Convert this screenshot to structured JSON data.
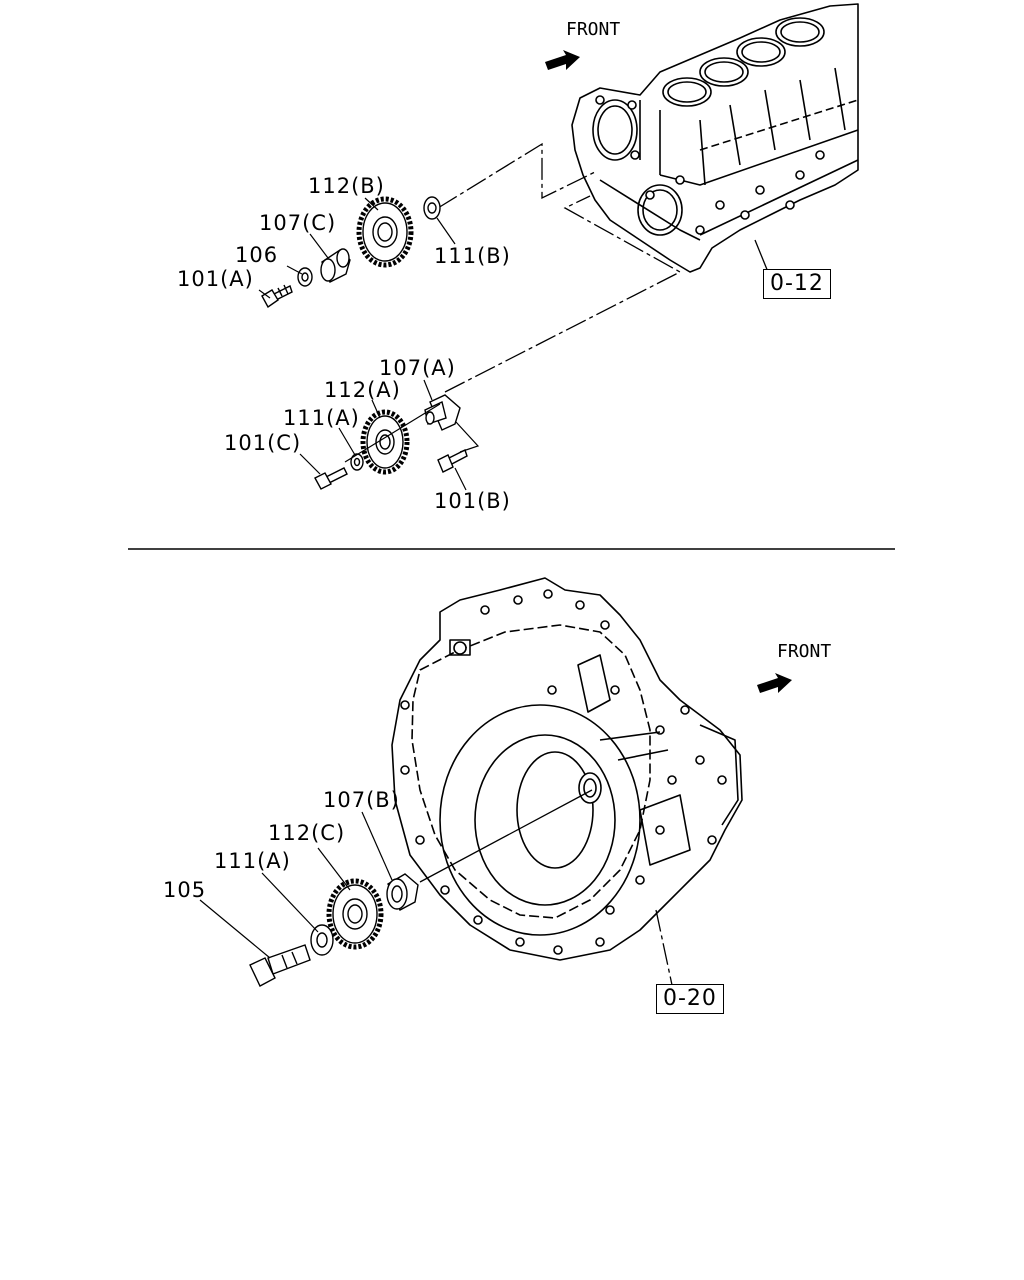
{
  "top_section": {
    "front_label": "FRONT",
    "reference_box": "0-12",
    "callouts": {
      "p112b": "112(B)",
      "p107c": "107(C)",
      "p106": "106",
      "p101a": "101(A)",
      "p111b": "111(B)",
      "p107a": "107(A)",
      "p112a": "112(A)",
      "p111a": "111(A)",
      "p101c": "101(C)",
      "p101b": "101(B)"
    }
  },
  "bottom_section": {
    "front_label": "FRONT",
    "reference_box": "0-20",
    "callouts": {
      "p107b": "107(B)",
      "p112c": "112(C)",
      "p111a": "111(A)",
      "p105": "105"
    }
  }
}
